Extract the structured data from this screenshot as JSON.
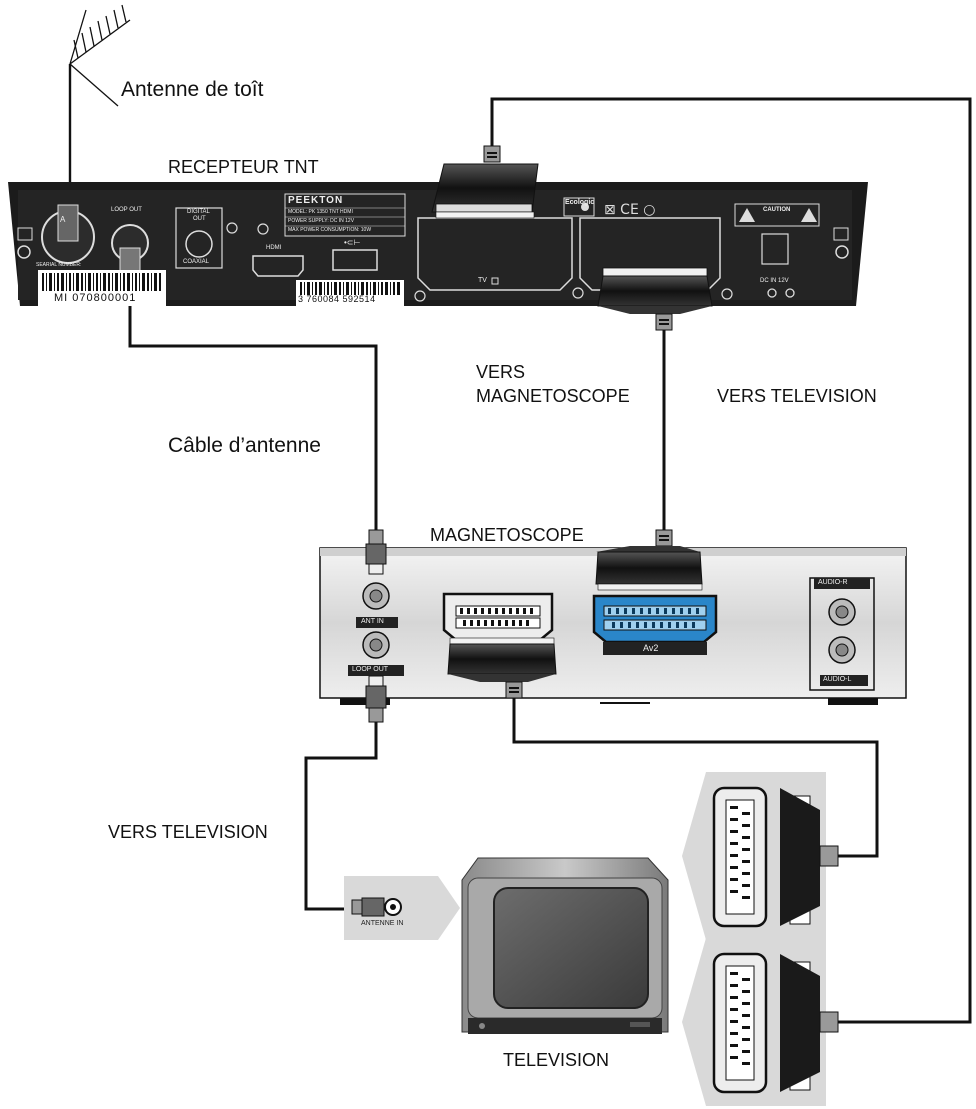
{
  "labels": {
    "antenna": "Antenne de toît",
    "receiver": "RECEPTEUR TNT",
    "to_vcr": [
      "VERS",
      "MAGNETOSCOPE"
    ],
    "to_tv_right": "VERS TELEVISION",
    "antenna_cable": "Câble d’antenne",
    "vcr": "MAGNETOSCOPE",
    "to_tv_left": "VERS TELEVISION",
    "television": "TELEVISION"
  },
  "receiver_panel": {
    "ant_in": "A",
    "loop_out": "LOOP OUT",
    "digital_out": [
      "DIGITAL",
      "OUT"
    ],
    "coaxial": "COAXIAL",
    "serial_label": "SEARIAL NUMBER:",
    "serial_number": "MI 070800001",
    "brand": "PEEKTON",
    "spec_lines": [
      "MODEL: PK 1350 TNT HDMI",
      "POWER SUPPLY: DC IN 12V",
      "MAX POWER CONSUMPTION: 10W"
    ],
    "hdmi": "HDMI",
    "usb": "•⊂⊢",
    "barcode_number": "3 760084 592514",
    "ecologic": "Ecologic",
    "tv_port": "TV",
    "caution": "CAUTION",
    "dc_in": "DC IN 12V"
  },
  "vcr_panel": {
    "ant_in": "ANT IN",
    "loop_out": "LOOP OUT",
    "av2": "Av2",
    "audio_r": "AUDIO-R",
    "audio_l": "AUDIO-L"
  },
  "tv_panel": {
    "antenna_in": "ANTENNE IN"
  },
  "colors": {
    "cable": "#111111",
    "panel_black": "#1a1a1a",
    "panel_silver": "#e4e4e4",
    "scart_blue": "#2a86c9",
    "pad_gray": "#d9d9d9"
  }
}
